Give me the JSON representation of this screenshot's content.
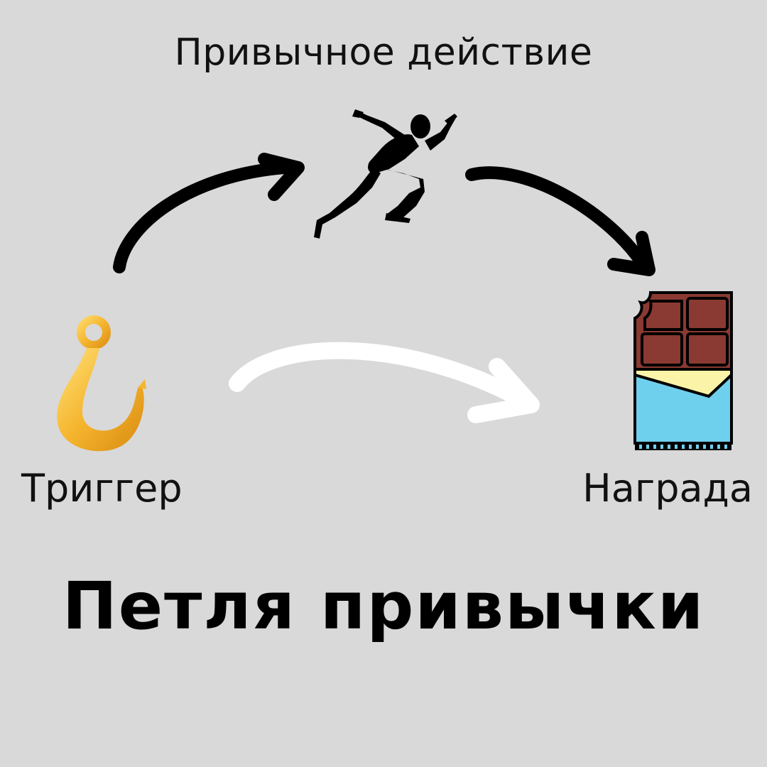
{
  "labels": {
    "routine": "Привычное действие",
    "trigger": "Триггер",
    "reward": "Награда"
  },
  "title": "Петля привычки",
  "icons": {
    "trigger": "hook-icon",
    "routine": "running-man-icon",
    "reward": "chocolate-bar-icon"
  },
  "colors": {
    "background": "#d9d9d9",
    "arrow_dark": "#000000",
    "arrow_light": "#ffffff",
    "hook_gold": "#f5b52e",
    "chocolate": "#8a3a32",
    "wrapper_blue": "#6fd0ee",
    "foil": "#fbf3a8"
  }
}
